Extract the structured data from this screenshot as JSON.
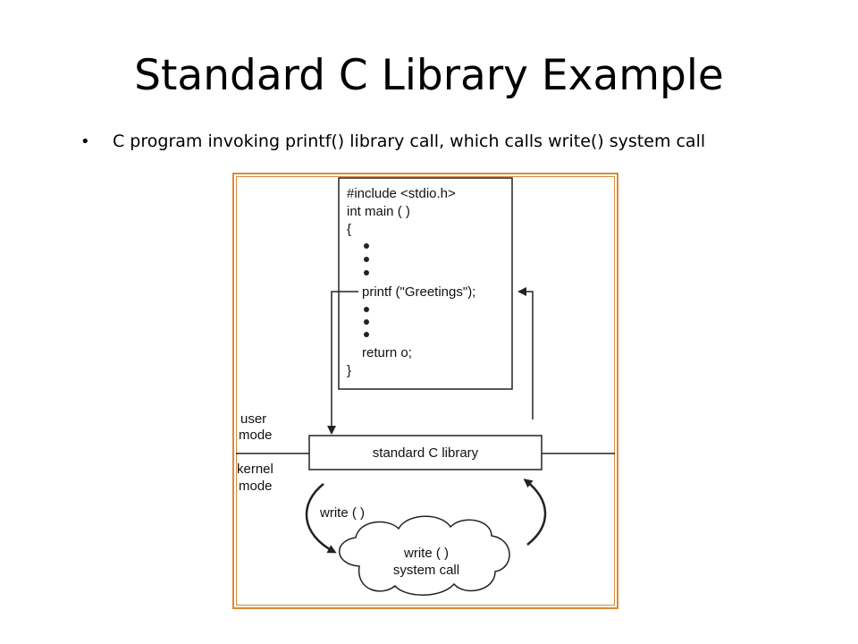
{
  "slide": {
    "title": "Standard C Library Example",
    "bullet": "C program invoking printf() library call, which calls write() system call"
  },
  "diagram": {
    "code_lines": [
      "#include <stdio.h>",
      "int main ( )",
      "{",
      "printf (\"Greetings\");",
      "return o;",
      "}"
    ],
    "user_mode": [
      "user",
      "mode"
    ],
    "kernel_mode": [
      "kernel",
      "mode"
    ],
    "library_label": "standard C library",
    "write_call_label": "write ( )",
    "syscall_label": [
      "write ( )",
      "system call"
    ],
    "colors": {
      "frame": "#d88a3b",
      "lines": "#222222"
    }
  }
}
